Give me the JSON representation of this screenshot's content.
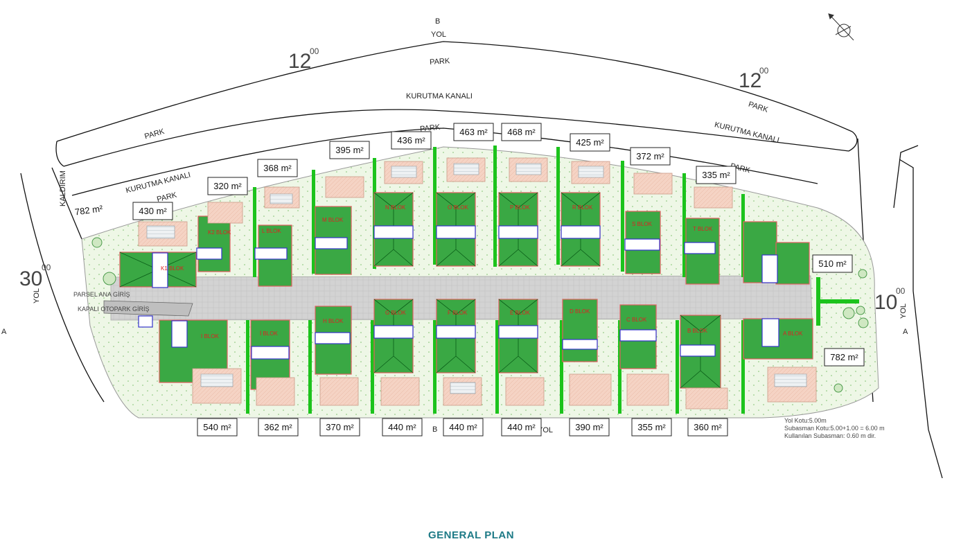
{
  "title": "GENERAL PLAN",
  "roads": {
    "north_road": "YOL",
    "north_marker": "B",
    "south_road": "YOL",
    "south_marker": "B",
    "west_road": "YOL",
    "west_marker": "A",
    "east_road": "YOL",
    "east_marker": "A",
    "width_north_left_main": "12",
    "width_north_left_sup": "00",
    "width_north_right_main": "12",
    "width_north_right_sup": "00",
    "width_west_main": "30",
    "width_west_sup": "00",
    "width_east_main": "10",
    "width_east_sup": "00",
    "sidewalk": "KALDIRIM"
  },
  "zones": {
    "park": "PARK",
    "canal": "KURUTMA KANALI"
  },
  "gate_labels": {
    "main_entry": "PARSEL ANA GİRİŞ",
    "car_entry": "KAPALI OTOPARK GİRİŞ"
  },
  "north_parcels": [
    {
      "area": "430 m²",
      "blok": "K2 BLOK"
    },
    {
      "area": "320 m²",
      "blok": "K1 BLOK"
    },
    {
      "area": "368 m²",
      "blok": "L BLOK"
    },
    {
      "area": "395 m²",
      "blok": "M BLOK"
    },
    {
      "area": "436 m²",
      "blok": "N BLOK"
    },
    {
      "area": "463 m²",
      "blok": "O BLOK"
    },
    {
      "area": "468 m²",
      "blok": "P BLOK"
    },
    {
      "area": "425 m²",
      "blok": "R BLOK"
    },
    {
      "area": "372 m²",
      "blok": "S BLOK"
    },
    {
      "area": "335 m²",
      "blok": "T BLOK"
    },
    {
      "area": "510 m²",
      "blok": ""
    }
  ],
  "south_parcels": [
    {
      "area": "540 m²",
      "blok": "I BLOK"
    },
    {
      "area": "362 m²",
      "blok": "İ BLOK"
    },
    {
      "area": "370 m²",
      "blok": "H BLOK"
    },
    {
      "area": "440 m²",
      "blok": "G BLOK"
    },
    {
      "area": "440 m²",
      "blok": "F BLOK"
    },
    {
      "area": "440 m²",
      "blok": "E BLOK"
    },
    {
      "area": "390 m²",
      "blok": "D BLOK"
    },
    {
      "area": "355 m²",
      "blok": "C BLOK"
    },
    {
      "area": "360 m²",
      "blok": "B BLOK"
    },
    {
      "area": "782 m²",
      "blok": "A BLOK"
    }
  ],
  "side_area": "782 m²",
  "notes": {
    "line1": "Yol Kotu:5.00m",
    "line2": "Subasman Kotu:5.00+1.00 = 6.00 m",
    "line3": "Kullanılan Subasman: 0.60 m dir."
  },
  "colors": {
    "title": "#1d7a86",
    "roof_green": "#3aa844",
    "hedge_green": "#11c011",
    "wall_red": "#e07070",
    "building_blue": "#3333cc",
    "paving": "#d2d2d2",
    "lawn": "#edf6e4"
  }
}
